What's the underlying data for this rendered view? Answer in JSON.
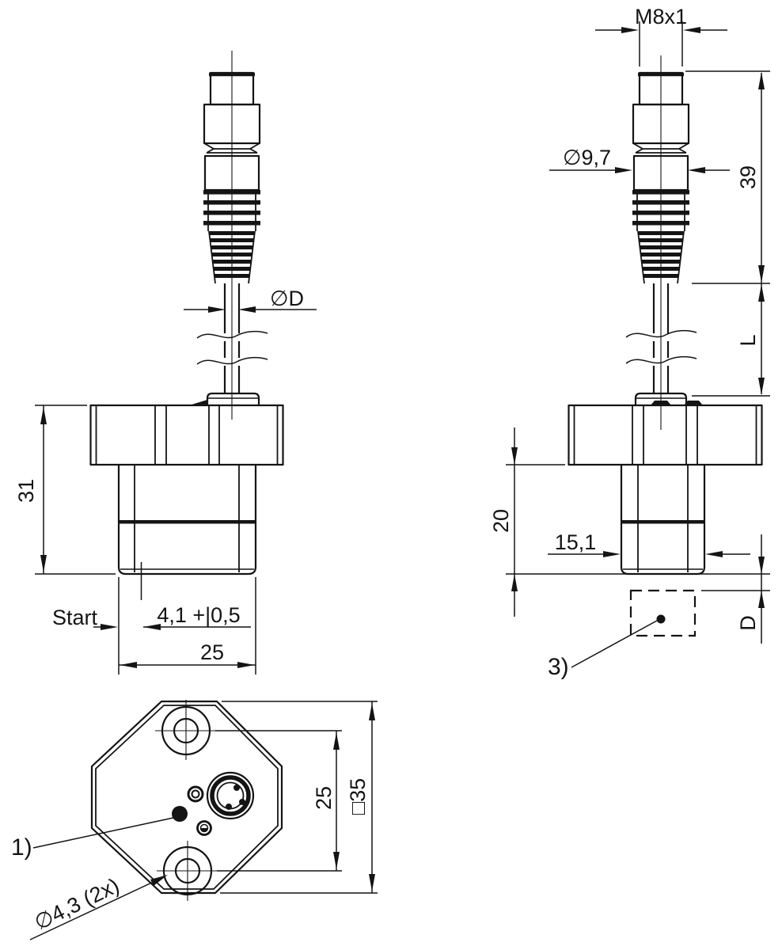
{
  "colors": {
    "ink": "#141414",
    "paper": "#ffffff"
  },
  "front_view": {
    "cable_diameter_label": "∅D",
    "height_label": "31",
    "start_label": "Start",
    "start_offset_label": "4,1 +|0,5",
    "width_label": "25"
  },
  "side_view": {
    "thread_label": "M8x1",
    "connector_diameter_label": "∅9,7",
    "connector_length_label": "39",
    "cable_length_label": "L",
    "body_height_label": "20",
    "body_width_label": "15,1",
    "sensing_distance_label": "D",
    "target_note_ref": "3)"
  },
  "bottom_view": {
    "hole_spacing_label": "25",
    "outline_label": "□35",
    "marker_note_ref": "1)",
    "hole_diameter_label": "∅4,3 (2x)"
  }
}
